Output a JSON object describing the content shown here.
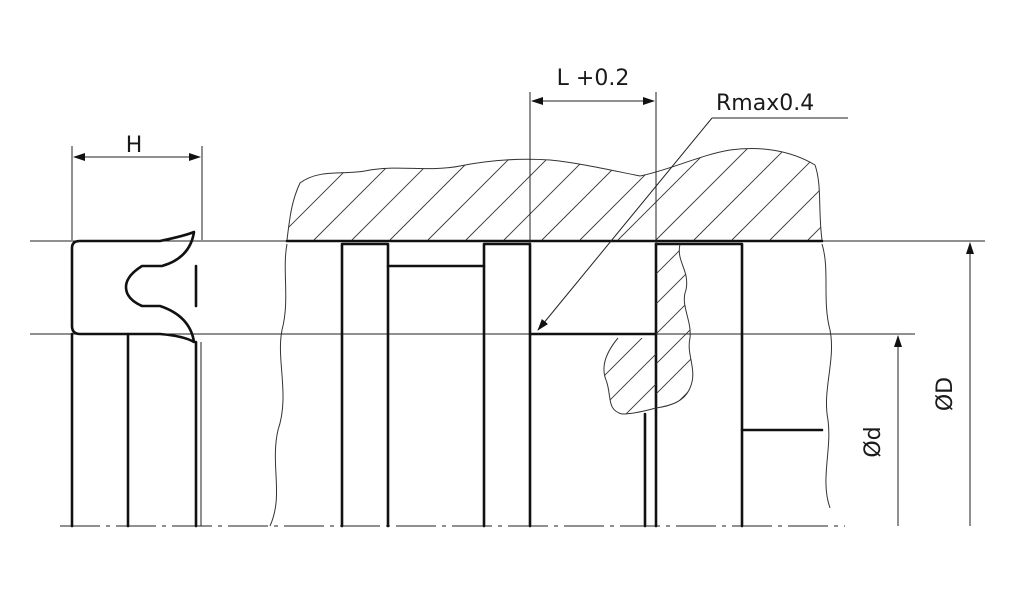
{
  "diagram": {
    "labels": {
      "height": "H",
      "length_tolerance": "L +0.2",
      "radius": "Rmax0.4",
      "inner_diameter": "Ød",
      "outer_diameter": "ØD"
    },
    "colors": {
      "line": "#111111",
      "background": "#ffffff"
    }
  }
}
